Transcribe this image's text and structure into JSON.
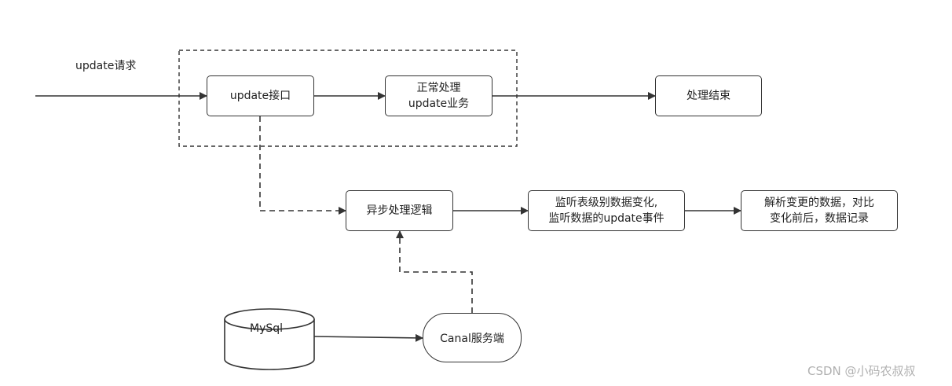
{
  "diagram": {
    "request_label": "update请求",
    "nodes": {
      "update_api": "update接口",
      "normal_process_line1": "正常处理",
      "normal_process_line2": "update业务",
      "process_end": "处理结束",
      "async_logic": "异步处理逻辑",
      "listen_line1": "监听表级别数据变化,",
      "listen_line2": "监听数据的update事件",
      "parse_line1": "解析变更的数据，对比",
      "parse_line2": "变化前后，数据记录",
      "mysql": "MySql",
      "canal_server": "Canal服务端"
    },
    "colors": {
      "stroke": "#333333",
      "text": "#222222",
      "background": "#ffffff"
    }
  },
  "watermark": "CSDN @小码农叔叔"
}
